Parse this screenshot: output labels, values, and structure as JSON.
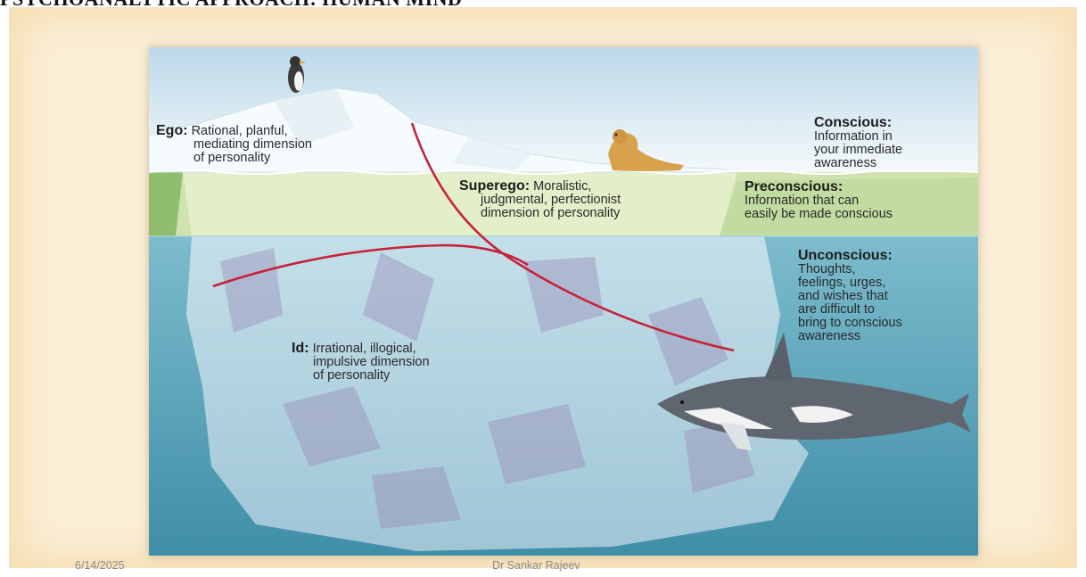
{
  "slide": {
    "title": "PSYCHOANALYTIC APPROACH: HUMAN MIND",
    "date": "6/14/2025",
    "author": "Dr Sankar Rajeev"
  },
  "diagram": {
    "ego": {
      "term": "Ego:",
      "text": [
        "Rational, planful,",
        "mediating dimension",
        "of personality"
      ]
    },
    "superego": {
      "term": "Superego:",
      "text": [
        "Moralistic,",
        "judgmental, perfectionist",
        "dimension of personality"
      ]
    },
    "id": {
      "term": "Id:",
      "text": [
        "Irrational, illogical,",
        "impulsive dimension",
        "of personality"
      ]
    },
    "conscious": {
      "term": "Conscious:",
      "text": [
        "Information in",
        "your immediate",
        "awareness"
      ]
    },
    "preconscious": {
      "term": "Preconscious:",
      "text": [
        "Information that can",
        "easily be made conscious"
      ]
    },
    "unconscious": {
      "term": "Unconscious:",
      "text": [
        "Thoughts,",
        "feelings, urges,",
        "and wishes that",
        "are difficult to",
        "bring to conscious",
        "awareness"
      ]
    }
  },
  "colors": {
    "sky": "#dfeef6",
    "preconscious_band": "#cfe2b0",
    "water": "#5ea6bd",
    "divider": "#c8213a"
  }
}
